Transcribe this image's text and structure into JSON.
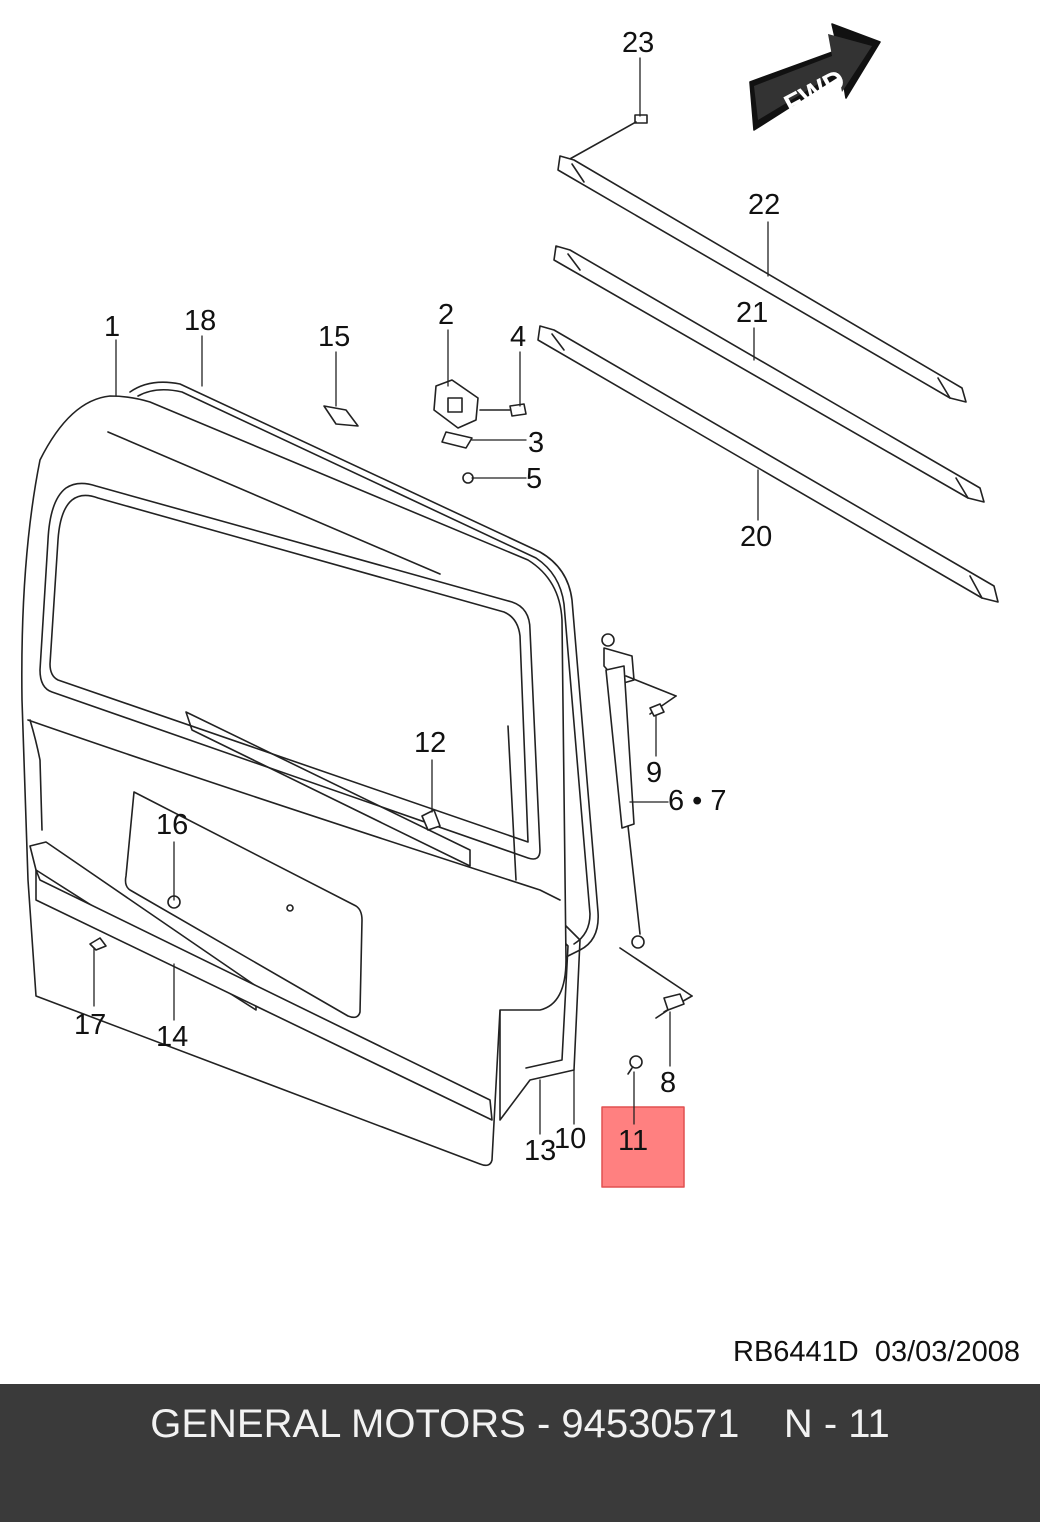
{
  "callouts": {
    "c1": "1",
    "c2": "2",
    "c3": "3",
    "c4": "4",
    "c5": "5",
    "c67": "6 • 7",
    "c8": "8",
    "c9": "9",
    "c10": "10",
    "c11": "11",
    "c12": "12",
    "c13": "13",
    "c14": "14",
    "c15": "15",
    "c16": "16",
    "c17": "17",
    "c18": "18",
    "c20": "20",
    "c21": "21",
    "c22": "22",
    "c23": "23"
  },
  "arrow_label": "FWD",
  "highlighted_part": "11",
  "highlight_color": "#ff8080",
  "diagram_ref": "RB6441D  03/03/2008",
  "footer": {
    "text": "GENERAL MOTORS - 94530571    N - 11",
    "background": "#3a3a3a"
  }
}
